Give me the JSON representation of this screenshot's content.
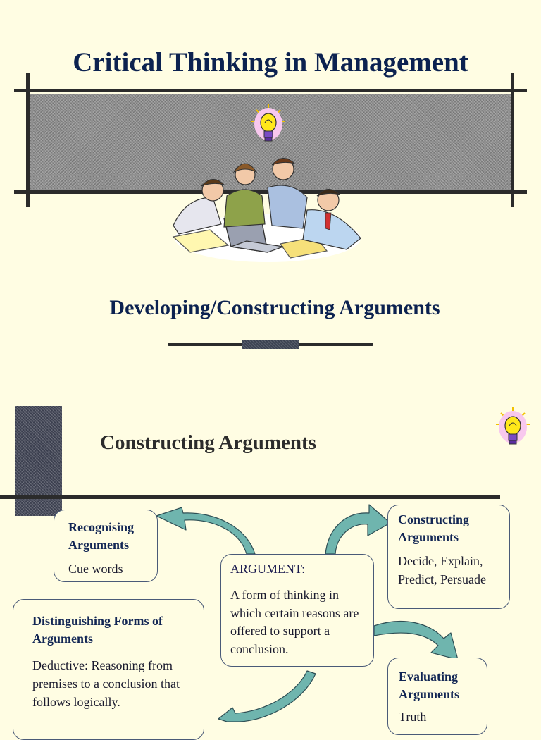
{
  "slide1": {
    "title": "Critical Thinking in Management",
    "subtitle": "Developing/Constructing Arguments"
  },
  "slide2": {
    "title": "Constructing Arguments",
    "center_box": {
      "heading": "ARGUMENT:",
      "text": "A form of thinking in which certain reasons are offered to support a conclusion."
    },
    "boxes": {
      "recognising": {
        "heading": "Recognising Arguments",
        "text": "Cue words"
      },
      "constructing": {
        "heading": "Constructing Arguments",
        "text": "Decide, Explain, Predict, Persuade"
      },
      "distinguishing": {
        "heading": "Distinguishing Forms of Arguments",
        "text": "Deductive: Reasoning from premises to a conclusion that follows logically."
      },
      "evaluating": {
        "heading": "Evaluating Arguments",
        "text": "Truth"
      }
    }
  },
  "colors": {
    "background": "#fffde3",
    "title_navy": "#0c2250",
    "arrow_teal": "#6fb5ae",
    "band_gray": "#8f8f8f"
  },
  "icons": [
    "lightbulb-icon",
    "business-meeting-clipart"
  ]
}
